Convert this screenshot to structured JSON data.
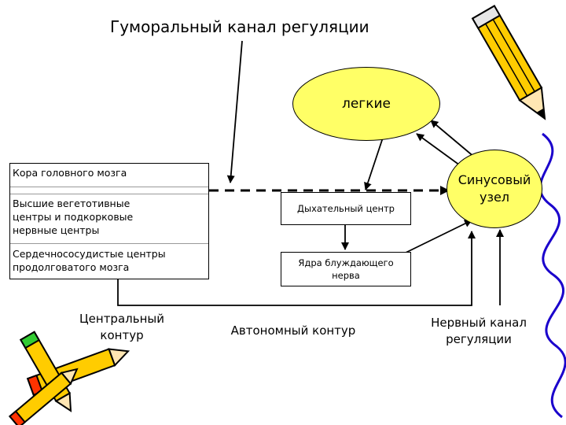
{
  "title": "Гуморальный канал регуляции",
  "nodes": {
    "lungs": "легкие",
    "sinus_node": [
      "Синусовый",
      "узел"
    ],
    "respiratory_center": "Дыхательный центр",
    "vagus_nucleus": [
      "Ядра блуждающего",
      "нерва"
    ]
  },
  "cns_panel": {
    "rows": [
      [
        "Кора головного мозга"
      ],
      [
        "Высшие вегетотивные",
        "центры и подкорковые",
        "нервные центры"
      ],
      [
        "Сердечнососудистые центры",
        "продолговатого мозга"
      ]
    ]
  },
  "labels": {
    "central_contour": [
      "Центральный",
      "контур"
    ],
    "autonomous_contour": "Автономный контур",
    "nervous_channel": [
      "Нервный канал",
      "регуляции"
    ]
  },
  "colors": {
    "node_fill": "#ffff66",
    "purple_line": "#1a00cc",
    "pencil_yellow": "#ffcc00"
  },
  "decorations": [
    "pencil-icon",
    "crayons-icon"
  ]
}
